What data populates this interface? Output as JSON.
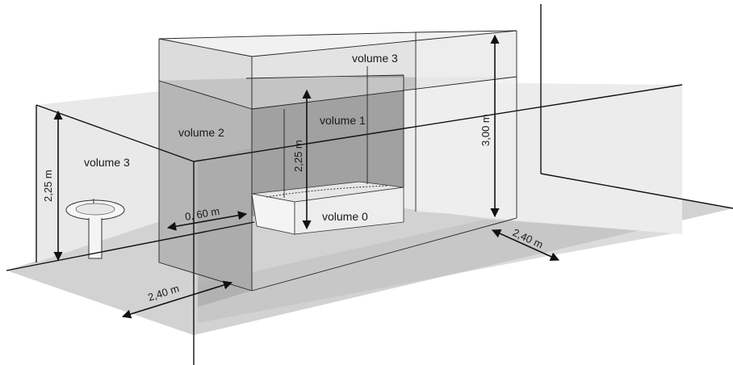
{
  "diagram": {
    "labels": {
      "volume_3_left": "volume 3",
      "volume_3_top": "volume 3",
      "volume_2": "volume 2",
      "volume_1": "volume 1",
      "volume_0": "volume 0"
    },
    "dimensions": {
      "left_wall_height": "2,25 m",
      "volume1_height": "2,25 m",
      "volume3_height": "3,00 m",
      "volume2_width": "0, 60 m",
      "front_width": "2,40 m",
      "right_width": "2,40 m"
    },
    "colors": {
      "line": "#111111",
      "floor": "#c8c8c8",
      "volume3_fill": "#e3e3e3",
      "volume2_fill": "#b9b9b9",
      "volume1_fill": "#a2a2a2"
    }
  }
}
